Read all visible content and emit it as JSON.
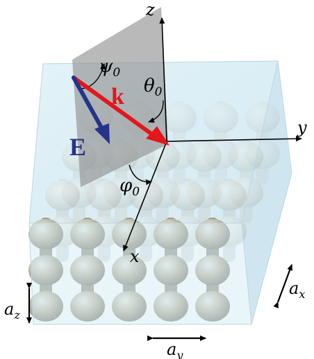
{
  "labels": {
    "axis_z": "z",
    "axis_y": "y",
    "axis_x": "x",
    "psi": "ψ",
    "theta": "θ",
    "phi": "φ",
    "sub0": "0",
    "wavevector": "k",
    "efield": "E",
    "a": "a",
    "sub_x": "x",
    "sub_y": "y",
    "sub_z": "z"
  },
  "colors": {
    "wavevector": "#e3161b",
    "efield": "#25338a",
    "slab_fill": "#cfe8f2",
    "plane_fill": "#8e8e8e",
    "bead_light": "#d3d6cf",
    "bead_mid": "#b9ae95",
    "bead_dark": "#8a8a82",
    "axis": "#000000"
  },
  "lattice": {
    "rows": 4,
    "columns": 5
  }
}
